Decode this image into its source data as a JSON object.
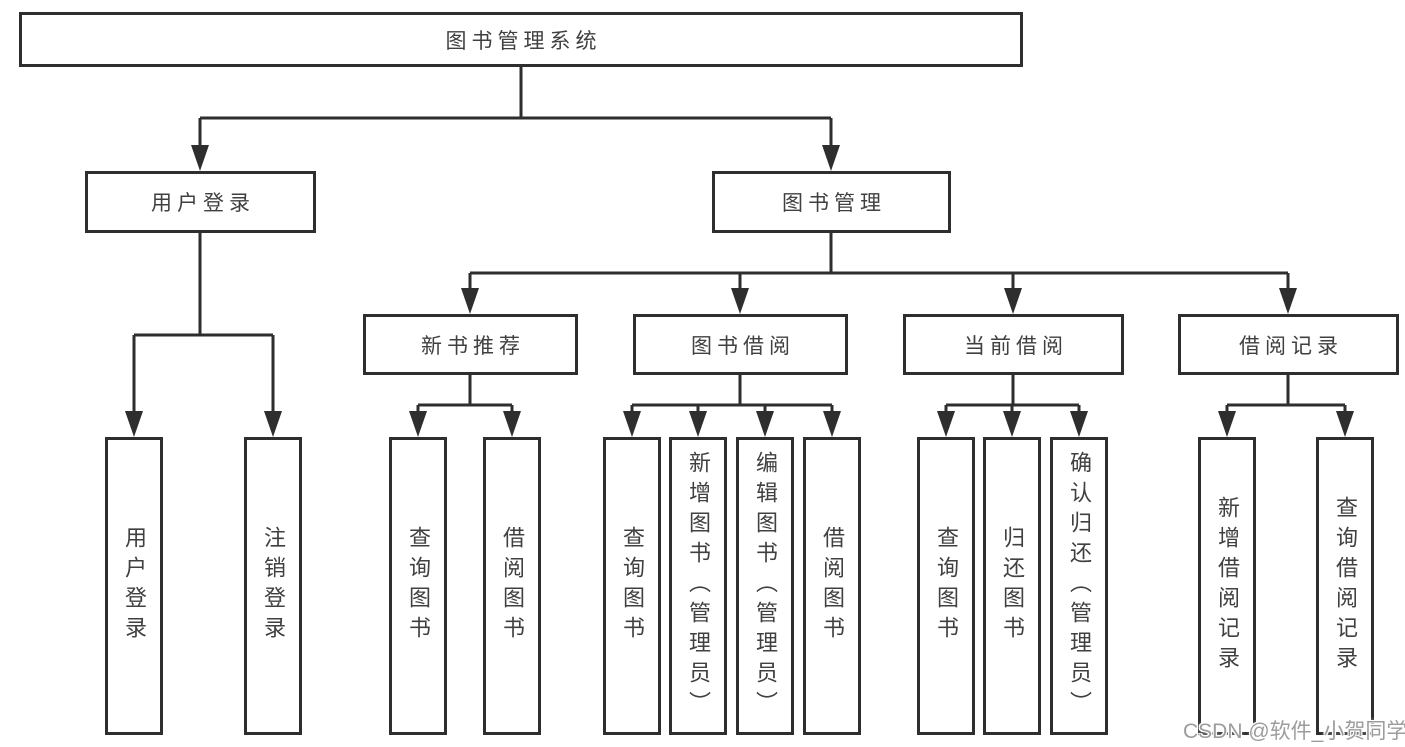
{
  "tree": {
    "root": {
      "label": "图书管理系统",
      "children": [
        {
          "label": "用户登录",
          "children": [
            {
              "label": "用户登录"
            },
            {
              "label": "注销登录"
            }
          ]
        },
        {
          "label": "图书管理",
          "children": [
            {
              "label": "新书推荐",
              "children": [
                {
                  "label": "查询图书"
                },
                {
                  "label": "借阅图书"
                }
              ]
            },
            {
              "label": "图书借阅",
              "children": [
                {
                  "label": "查询图书"
                },
                {
                  "label": "新增图书（管理员）"
                },
                {
                  "label": "编辑图书（管理员）"
                },
                {
                  "label": "借阅图书"
                }
              ]
            },
            {
              "label": "当前借阅",
              "children": [
                {
                  "label": "查询图书"
                },
                {
                  "label": "归还图书"
                },
                {
                  "label": "确认归还（管理员）"
                }
              ]
            },
            {
              "label": "借阅记录",
              "children": [
                {
                  "label": "新增借阅记录"
                },
                {
                  "label": "查询借阅记录"
                }
              ]
            }
          ]
        }
      ]
    }
  },
  "watermark": "CSDN @软件_小贺同学",
  "colors": {
    "line": "#2e2e2e",
    "box_border": "#2e2e2e",
    "text": "#404040",
    "watermark": "#9c9c9c",
    "background": "#ffffff"
  }
}
